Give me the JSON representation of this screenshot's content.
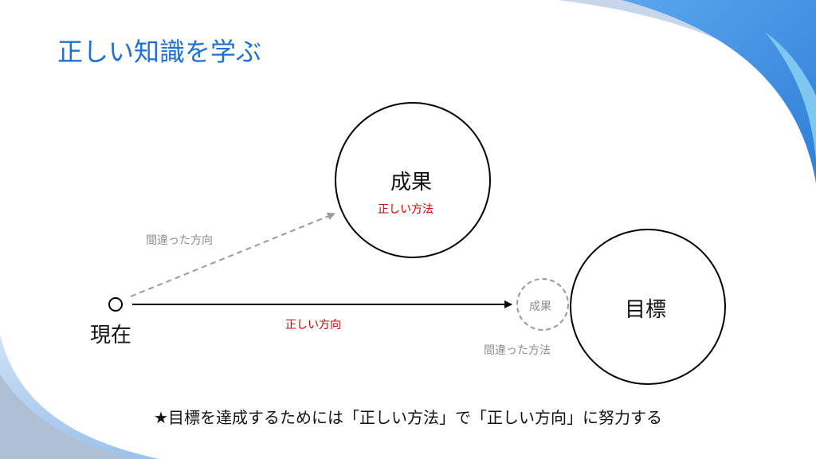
{
  "title": "正しい知識を学ぶ",
  "nodes": {
    "current": "現在",
    "result_top": "成果",
    "result_small": "成果",
    "goal": "目標"
  },
  "labels": {
    "correct_method_top": "正しい方法",
    "wrong_direction": "間違った方向",
    "correct_direction": "正しい方向",
    "wrong_method": "間違った方法"
  },
  "summary": "★目標を達成するためには「正しい方法」で「正しい方向」に努力する",
  "colors": {
    "title": "#1f6fd6",
    "accent_red": "#d10000",
    "muted_gray": "#8c8c8c",
    "deco_blue": "#3a8fe0",
    "deco_light": "#b9d4ef"
  }
}
